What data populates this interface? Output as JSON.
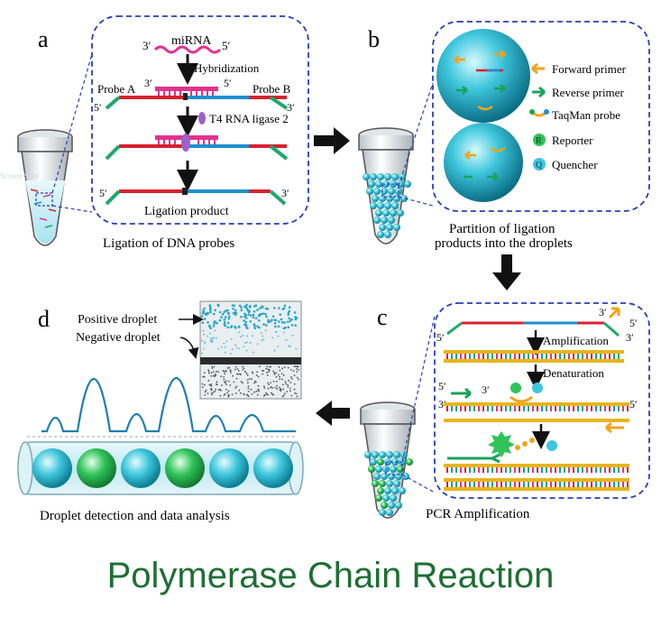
{
  "colors": {
    "dna_red": "#d8212f",
    "dna_blue": "#1f8fcf",
    "dna_green": "#1ea86b",
    "dna_yellow": "#e8b41d",
    "mirna_pink": "#e0338d",
    "droplet_cyan": "#3ec6dc",
    "droplet_green": "#2fc35a",
    "dashed_border": "#2c3cb8",
    "arrow_black": "#111111",
    "forward_primer": "#f2a31b",
    "reverse_primer": "#1aa35a",
    "caption_green": "#1d6f33"
  },
  "caption": "Polymerase Chain Reaction",
  "panel_a": {
    "letter": "a",
    "mirna_label": "miRNA",
    "prime3": "3′",
    "prime5": "5′",
    "hybridization": "Hybridization",
    "probe_a": "Probe A",
    "probe_b": "Probe B",
    "ligase": "T4 RNA ligase 2",
    "ligation_product": "Ligation  product",
    "title": "Ligation of DNA probes"
  },
  "panel_b": {
    "letter": "b",
    "legend": [
      "Forward primer",
      "Reverse primer",
      "TaqMan probe",
      "Reporter",
      "Quencher"
    ],
    "reporter_glyph": "R",
    "quencher_glyph": "Q",
    "title_line1": "Partition of ligation",
    "title_line2": "products into the droplets"
  },
  "panel_c": {
    "letter": "c",
    "prime3": "3′",
    "prime5": "5′",
    "amplification": "Amplification",
    "denaturation": "Denaturation",
    "title": "PCR Amplification"
  },
  "panel_d": {
    "letter": "d",
    "positive": "Positive droplet",
    "negative": "Negative droplet",
    "title": "Droplet detection and data analysis",
    "droplet_states": [
      "negative",
      "positive",
      "negative",
      "positive",
      "negative",
      "negative"
    ]
  },
  "watermark": "Screen Shot"
}
